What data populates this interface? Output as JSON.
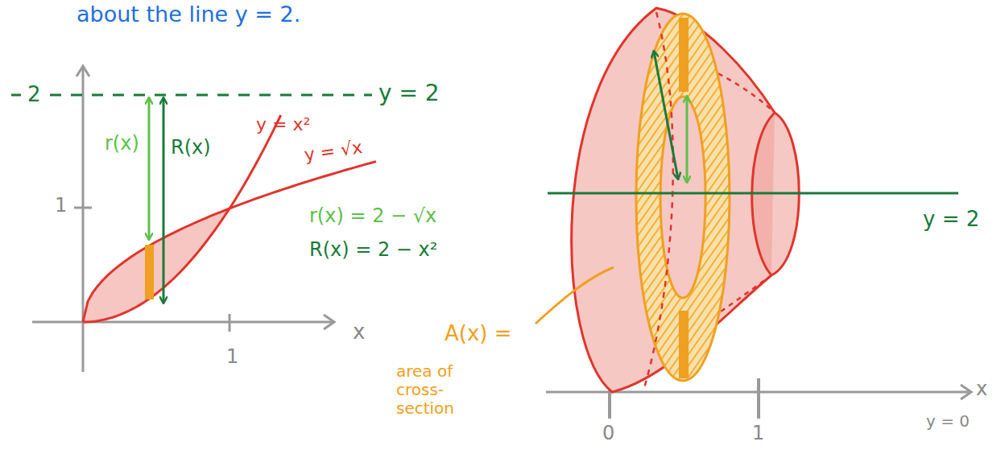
{
  "diagram": {
    "labels": [
      "about the line y = 2.",
      "2",
      "y = 2",
      "y = x²",
      "y = √x",
      "r(x)",
      "R(x)",
      "1",
      "r(x) = 2 − √x",
      "R(x) = 2 − x²",
      "x",
      "1",
      "A(x) =",
      "area of cross-section",
      "y = 2",
      "x",
      "0",
      "1",
      "y = 0"
    ]
  }
}
